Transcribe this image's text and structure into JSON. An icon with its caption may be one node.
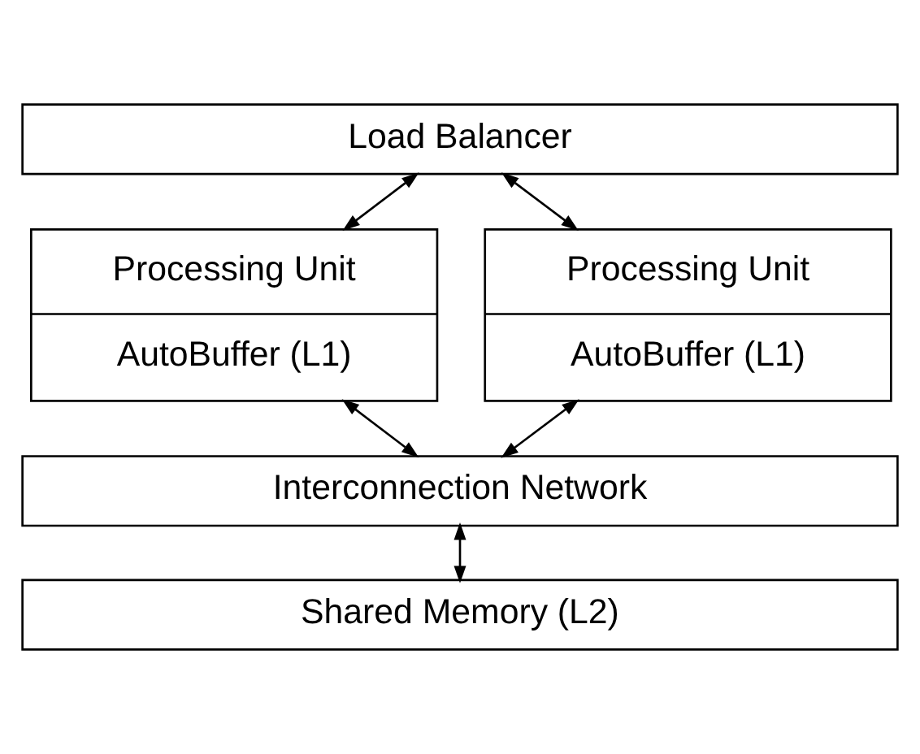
{
  "diagram": {
    "nodes": [
      {
        "text": [
          "Load Balancer"
        ]
      },
      {
        "text": [
          "Processing Unit",
          "AutoBuffer (L1)"
        ]
      },
      {
        "text": [
          "Processing Unit",
          "AutoBuffer (L1)"
        ]
      },
      {
        "text": [
          "Interconnection Network"
        ]
      },
      {
        "text": [
          "Shared Memory (L2)"
        ]
      }
    ],
    "edges": [
      {
        "from": 0,
        "to": 1,
        "arrow": "both"
      },
      {
        "from": 0,
        "to": 2,
        "arrow": "both"
      },
      {
        "from": 1,
        "to": 3,
        "arrow": "both"
      },
      {
        "from": 2,
        "to": 3,
        "arrow": "both"
      },
      {
        "from": 3,
        "to": 4,
        "arrow": "both"
      }
    ]
  }
}
